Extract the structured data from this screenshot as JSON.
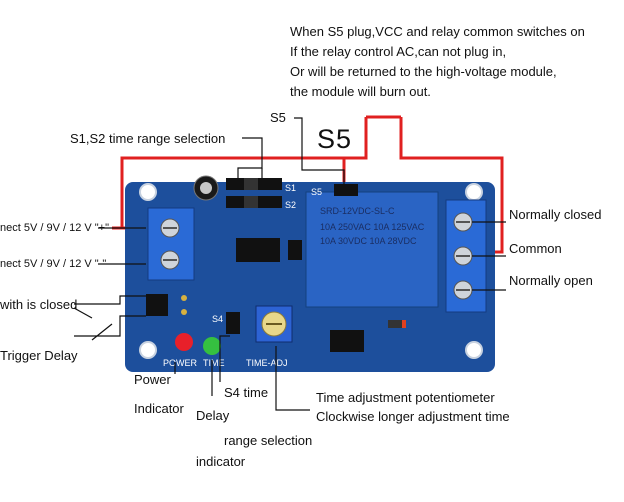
{
  "warning_note": [
    "When S5 plug,VCC and relay common switches on",
    "If the relay control AC,can not plug in,",
    "Or will be returned to the high-voltage module,",
    "the module will burn out."
  ],
  "labels": {
    "s5_small": "S5",
    "s5_big": "S5",
    "s1s2": "S1,S2 time range selection",
    "connect_plus": "nect  5V / 9V / 12 V  \"+\"",
    "connect_minus": "nect  5V / 9V / 12 V  \"-\"",
    "switch_closed": "with is closed",
    "trigger_delay": "Trigger Delay",
    "power": "Power",
    "indicator": "Indicator",
    "delay": "Delay",
    "s4_time": "S4 time",
    "range_selection": "range selection",
    "indicator2": "indicator",
    "pot_line1": "Time adjustment potentiometer",
    "pot_line2": "Clockwise longer adjustment time",
    "normally_closed": "Normally closed",
    "common": "Common",
    "normally_open": "Normally open"
  },
  "board": {
    "relay_lines": [
      "SRD-12VDC-SL-C",
      "10A 250VAC  10A 125VAC",
      "10A 30VDC  10A 28VDC"
    ],
    "silk_power": "POWER",
    "silk_time": "TIME",
    "silk_time_adj": "TIME-ADJ",
    "silk_s1": "S1",
    "silk_s2": "S2",
    "silk_s4": "S4",
    "silk_s5": "S5"
  },
  "colors": {
    "pcb": "#1d4f9c",
    "relay": "#2a64c4",
    "wire_red": "#e02020",
    "led_red": "#e8202a",
    "led_green": "#35c040"
  }
}
